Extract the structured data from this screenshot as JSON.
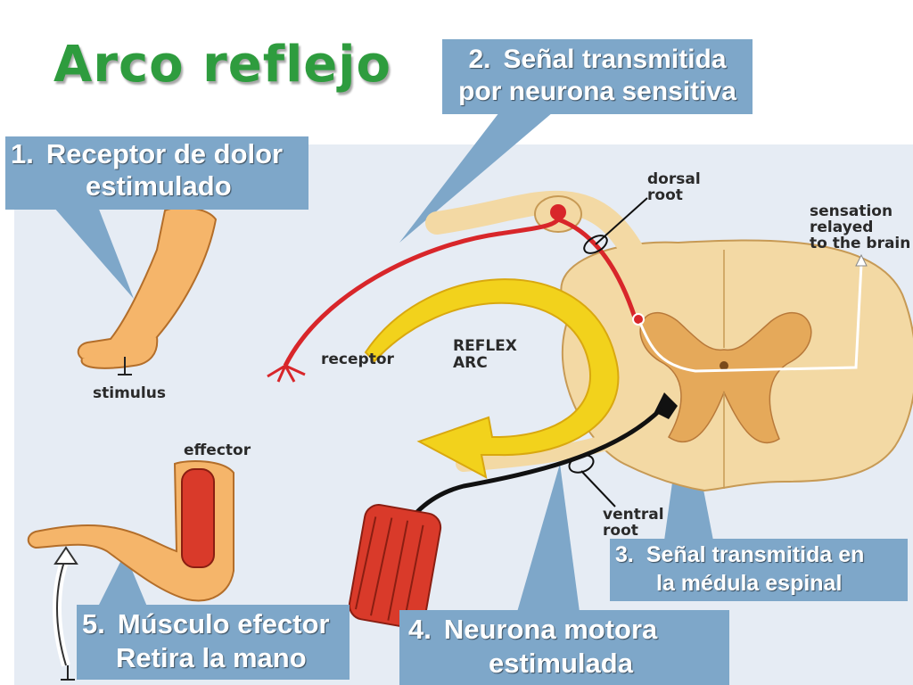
{
  "title": "Arco reflejo",
  "callouts": {
    "c1": {
      "number": "1.",
      "line1": "Receptor de dolor",
      "line2": "estimulado"
    },
    "c2": {
      "number": "2.",
      "line1": "Señal transmitida",
      "line2": "por neurona sensitiva"
    },
    "c3": {
      "number": "3.",
      "line1": "Señal transmitida en",
      "line2": "la médula espinal"
    },
    "c4": {
      "number": "4.",
      "line1": "Neurona motora",
      "line2": "estimulada"
    },
    "c5": {
      "number": "5.",
      "line1": "Músculo efector",
      "line2": "Retira la mano"
    }
  },
  "labels": {
    "dorsal_root": [
      "dorsal",
      "root"
    ],
    "sensation": [
      "sensation",
      "relayed",
      "to the brain"
    ],
    "receptor": "receptor",
    "reflex_arc": [
      "REFLEX",
      "ARC"
    ],
    "stimulus": "stimulus",
    "effector": "effector",
    "ventral_root": [
      "ventral",
      "root"
    ]
  },
  "colors": {
    "title": "#2e9c3e",
    "callout_bg": "#7ea7c9",
    "panel_bg": "#e6ecf4",
    "sensory_neuron": "#d8262a",
    "motor_neuron": "#111111",
    "arc_arrow": "#f2d21c",
    "cord_outer": "#f3d9a4",
    "cord_grey": "#e5a95a",
    "skin": "#f5b56a",
    "muscle": "#d93a2a"
  }
}
